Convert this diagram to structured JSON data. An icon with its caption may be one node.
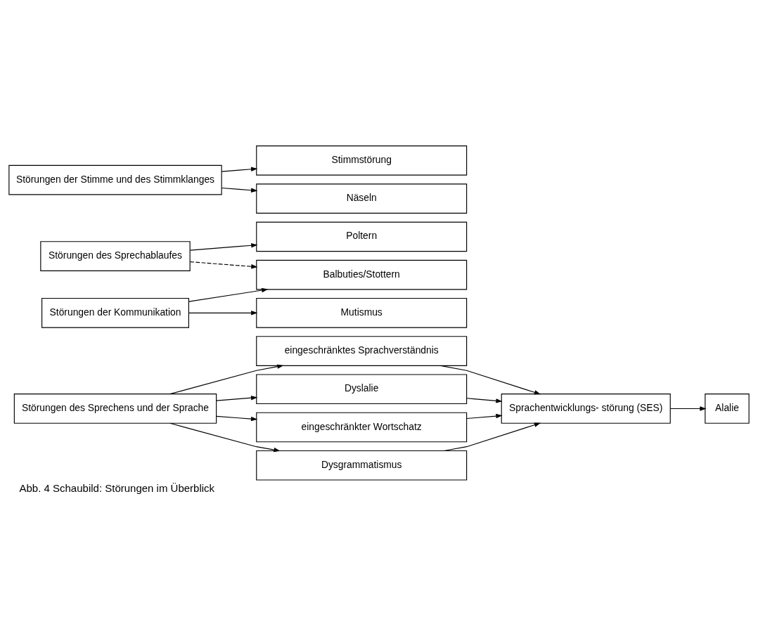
{
  "diagram": {
    "caption": "Abb. 4 Schaubild: Störungen im Überblick",
    "nodes": [
      {
        "text": [
          "Störungen des Sprechens und der Sprache"
        ]
      },
      {
        "text": [
          "eingeschränktes Sprachverständnis"
        ]
      },
      {
        "text": [
          "Dyslalie"
        ]
      },
      {
        "text": [
          "eingeschränkter Wortschatz"
        ]
      },
      {
        "text": [
          "Dysgrammatismus"
        ]
      },
      {
        "text": [
          "Sprachentwicklungs- störung (SES)"
        ]
      },
      {
        "text": [
          "Alalie"
        ]
      },
      {
        "text": [
          "Störungen des Sprechablaufes"
        ]
      },
      {
        "text": [
          "Poltern"
        ]
      },
      {
        "text": [
          "Balbuties/Stottern"
        ]
      },
      {
        "text": [
          "Störungen der Kommunikation"
        ]
      },
      {
        "text": [
          "Mutismus"
        ]
      },
      {
        "text": [
          "Störungen der Stimme und des Stimmklanges"
        ]
      },
      {
        "text": [
          "Stimmstörung"
        ]
      },
      {
        "text": [
          "Näseln"
        ]
      }
    ],
    "edges": [
      {
        "from": 0,
        "to": 1,
        "arrow": "to"
      },
      {
        "from": 0,
        "to": 2,
        "arrow": "to"
      },
      {
        "from": 0,
        "to": 3,
        "arrow": "to"
      },
      {
        "from": 0,
        "to": 4,
        "arrow": "to"
      },
      {
        "from": 1,
        "to": 5,
        "arrow": "to"
      },
      {
        "from": 2,
        "to": 5,
        "arrow": "to"
      },
      {
        "from": 3,
        "to": 5,
        "arrow": "to"
      },
      {
        "from": 4,
        "to": 5,
        "arrow": "to"
      },
      {
        "from": 5,
        "to": 6,
        "arrow": "to"
      },
      {
        "from": 7,
        "to": 8,
        "arrow": "to"
      },
      {
        "from": 7,
        "to": 9,
        "arrow": "to",
        "style": "dashed"
      },
      {
        "from": 10,
        "to": 9,
        "arrow": "to"
      },
      {
        "from": 10,
        "to": 11,
        "arrow": "to"
      },
      {
        "from": 12,
        "to": 13,
        "arrow": "to"
      },
      {
        "from": 12,
        "to": 14,
        "arrow": "to"
      }
    ]
  }
}
